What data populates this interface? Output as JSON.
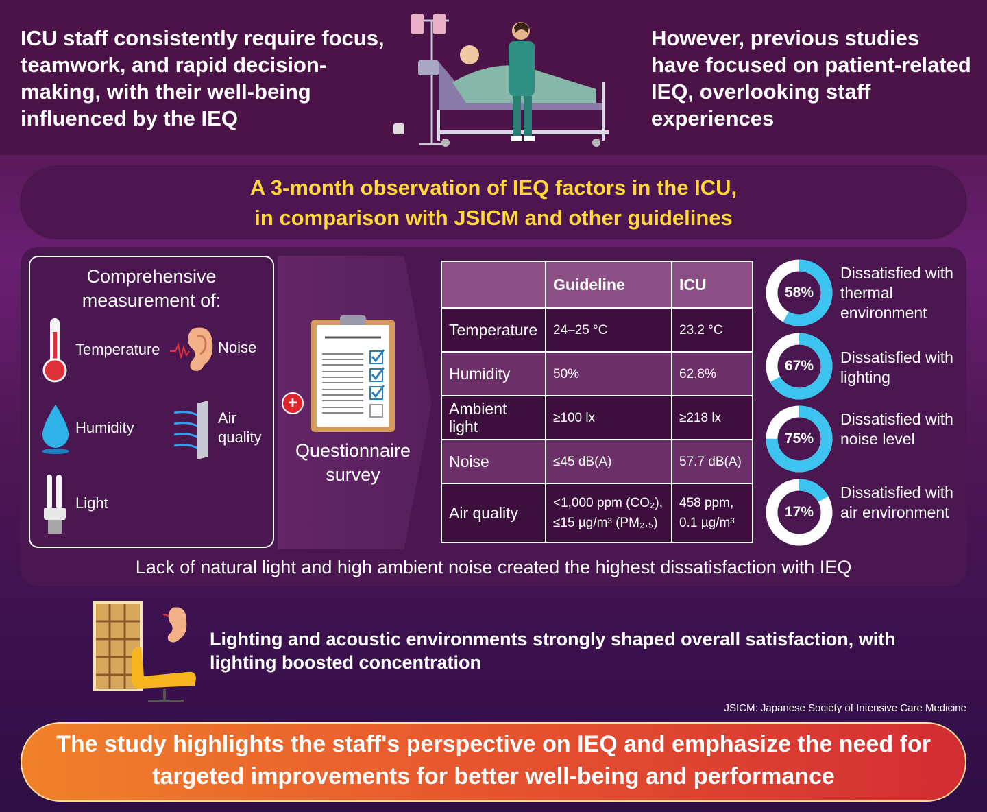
{
  "intro": {
    "left_text": "ICU staff consistently require focus, teamwork, and rapid decision-making, with their well-being influenced by the IEQ",
    "right_text": "However, previous studies have focused on patient-related IEQ, overlooking staff experiences"
  },
  "observation": {
    "line1": "A 3-month observation of IEQ factors in the ICU,",
    "line2": "in comparison with JSICM and other guidelines"
  },
  "measurement": {
    "title": "Comprehensive measurement of:",
    "items": [
      "Temperature",
      "Noise",
      "Humidity",
      "Air quality",
      "Light"
    ]
  },
  "survey": {
    "label": "Questionnaire survey",
    "plus": "+"
  },
  "table": {
    "headers": [
      "",
      "Guideline",
      "ICU"
    ],
    "rows": [
      {
        "param": "Temperature",
        "guideline": "24–25 °C",
        "icu": "23.2 °C"
      },
      {
        "param": "Humidity",
        "guideline": "50%",
        "icu": "62.8%"
      },
      {
        "param": "Ambient light",
        "guideline": "≥100 lx",
        "icu": "≥218 lx"
      },
      {
        "param": "Noise",
        "guideline": "≤45 dB(A)",
        "icu": "57.7 dB(A)"
      },
      {
        "param": "Air quality",
        "guideline": "<1,000 ppm (CO₂), ≤15 µg/m³ (PM₂.₅)",
        "icu": "458 ppm, 0.1 µg/m³"
      }
    ]
  },
  "dissatisfaction": [
    {
      "pct": 58,
      "label": "58%",
      "text": "Dissatisfied with thermal environment"
    },
    {
      "pct": 67,
      "label": "67%",
      "text": "Dissatisfied with lighting"
    },
    {
      "pct": 75,
      "label": "75%",
      "text": "Dissatisfied with noise level"
    },
    {
      "pct": 17,
      "label": "17%",
      "text": "Dissatisfied with air environment"
    }
  ],
  "conclusion": "Lack of natural light and high ambient noise created the highest dissatisfaction with IEQ",
  "shaped": "Lighting and acoustic environments strongly shaped overall satisfaction, with lighting boosted concentration",
  "footnote": "JSICM: Japanese Society of Intensive Care Medicine",
  "final": "The study highlights the staff's perspective on IEQ and emphasize the need for targeted improvements for better well-being and performance",
  "colors": {
    "accent_yellow": "#ffd83a",
    "donut_blue": "#3cc3ef",
    "banner_orange": "#f0812a",
    "banner_red": "#d22d33"
  }
}
